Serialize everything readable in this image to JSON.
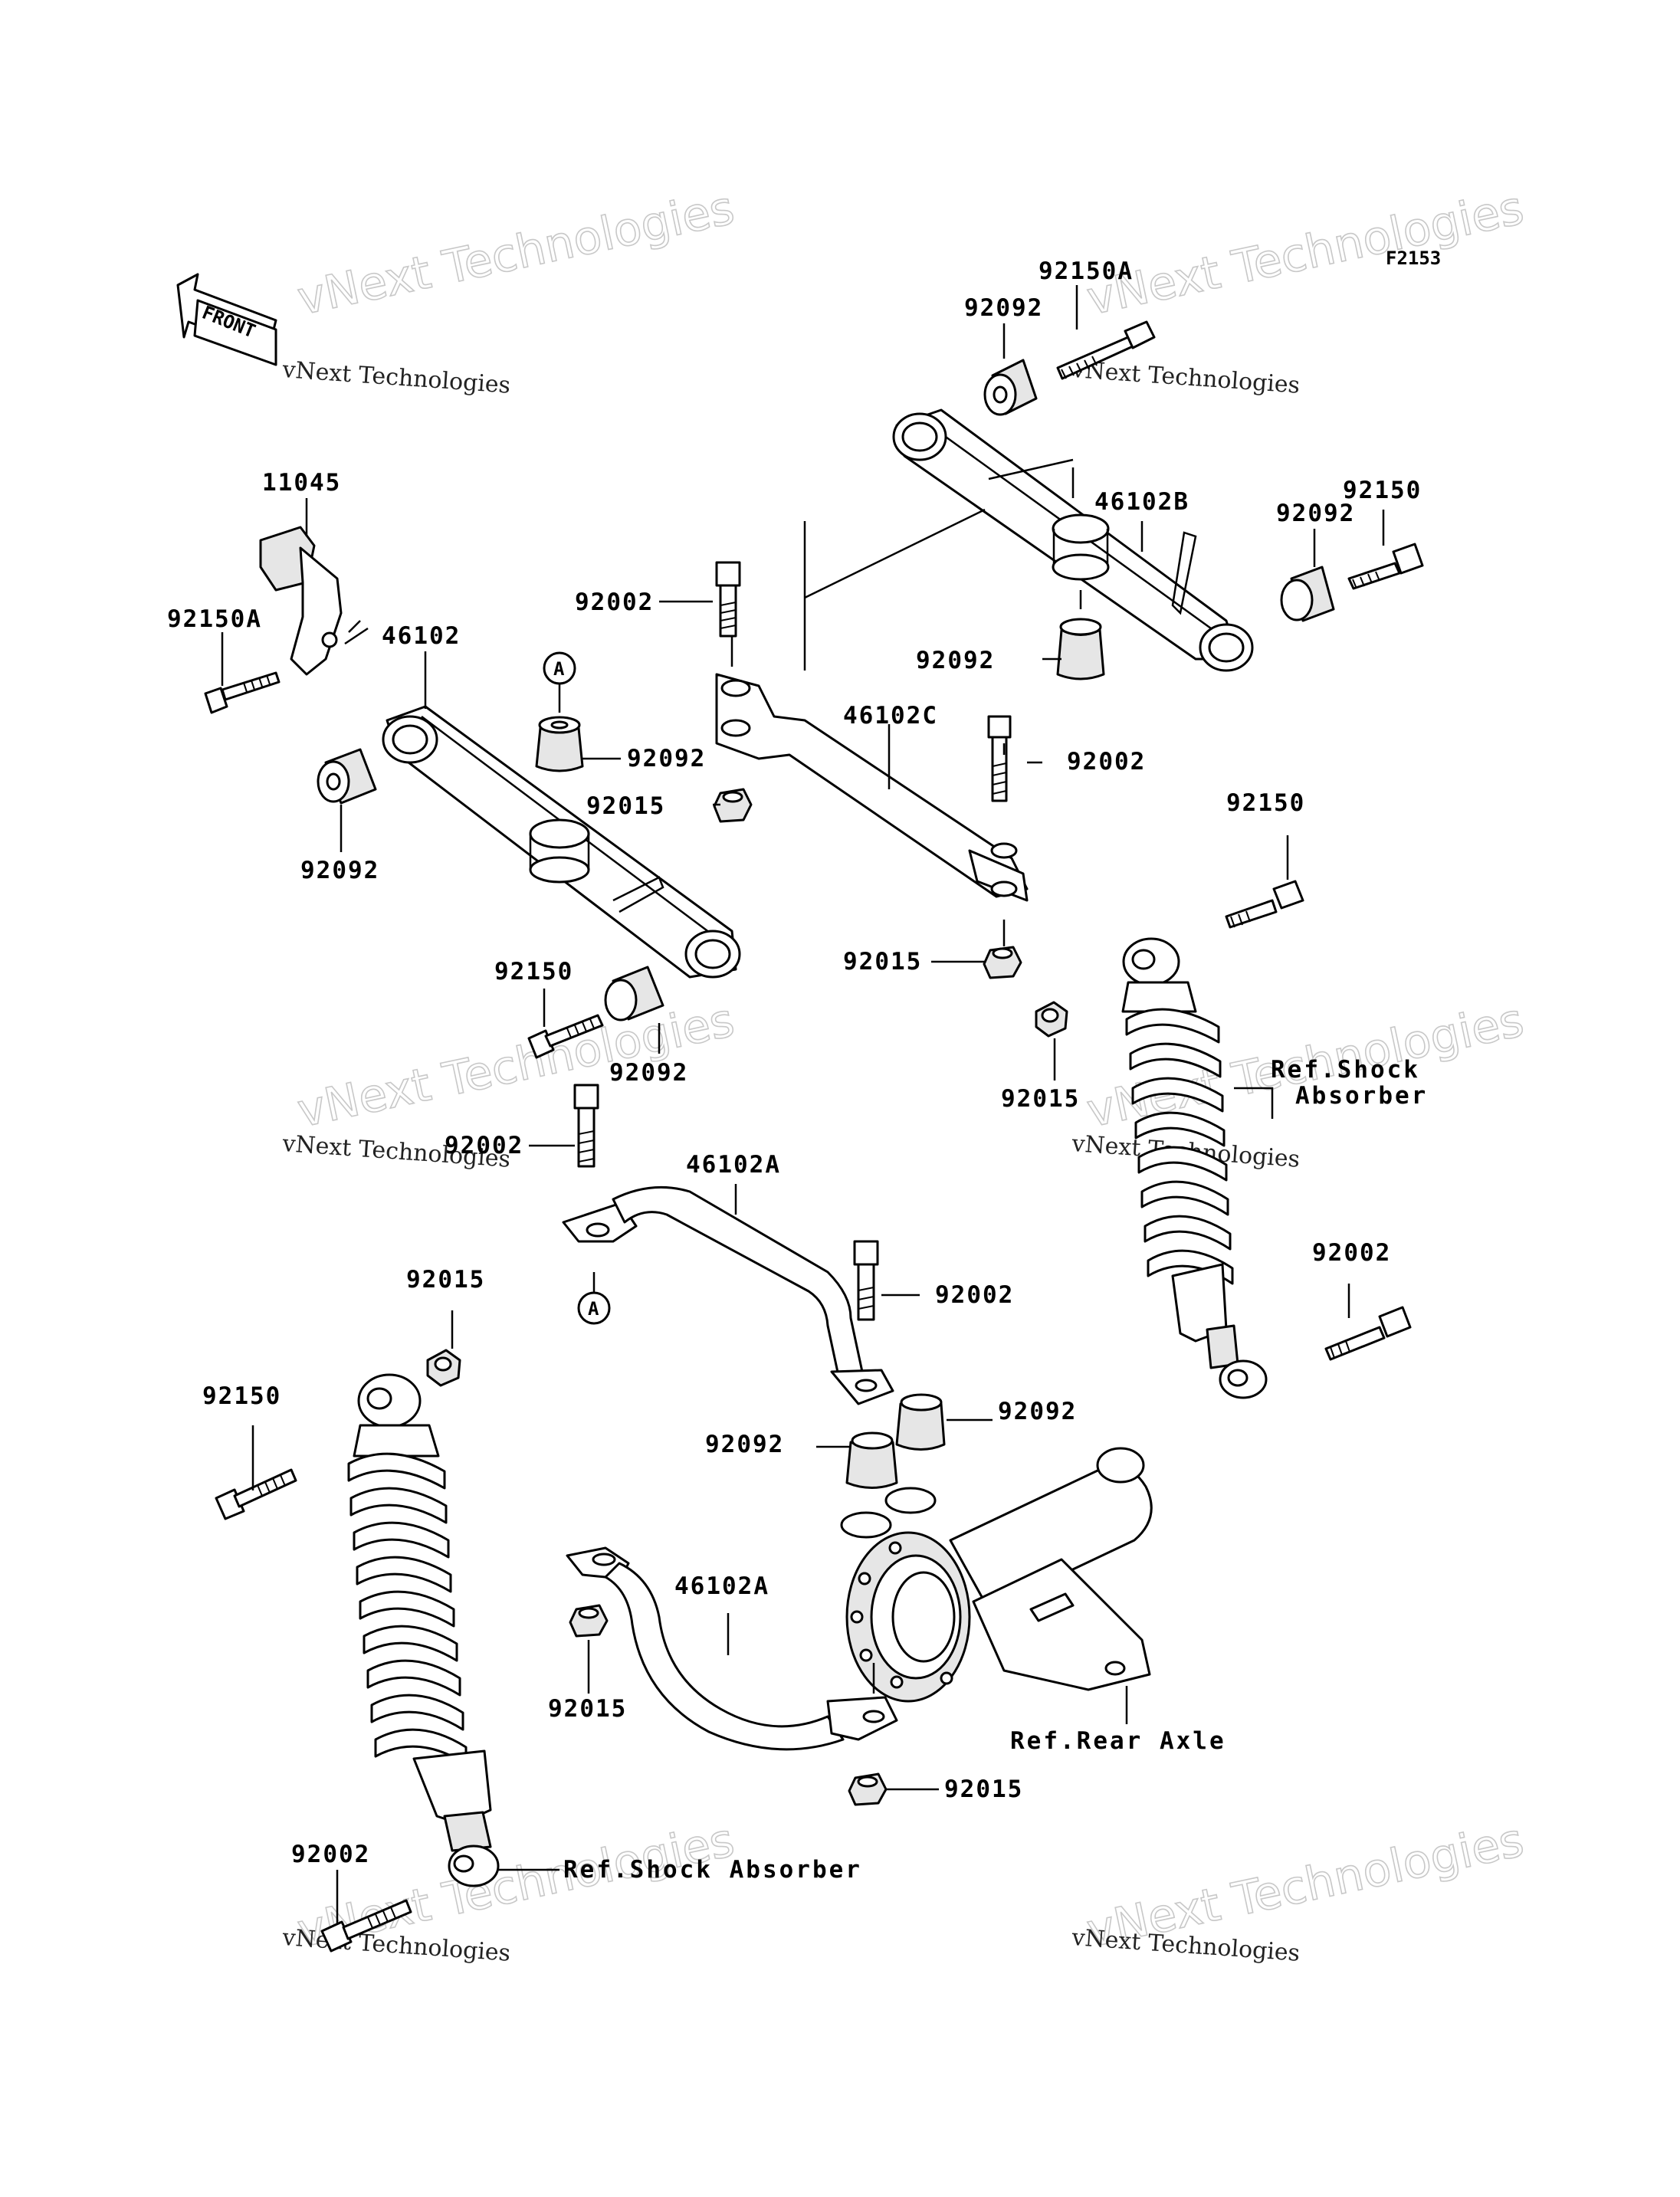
{
  "figure_code": "F2153",
  "front_arrow_label": "FRONT",
  "watermark": {
    "big": "vNext Technologies",
    "small": "vNext Technologies"
  },
  "labels": {
    "l_92150A_top": "92150A",
    "l_92092_top": "92092",
    "l_46102B": "46102B",
    "l_92150_topright": "92150",
    "l_92092_right": "92092",
    "l_92092_under_b": "92092",
    "l_11045": "11045",
    "l_92150A_left": "92150A",
    "l_46102": "46102",
    "l_A_top": "A",
    "l_92092_mid": "92092",
    "l_92015_mid": "92015",
    "l_92092_left": "92092",
    "l_92002_top": "92002",
    "l_46102C": "46102C",
    "l_92002_c": "92002",
    "l_92015_c": "92015",
    "l_92150_mid": "92150",
    "l_92092_low": "92092",
    "l_92150_rshock": "92150",
    "l_92015_rshock": "92015",
    "l_ref_shock_1": "Ref.Shock",
    "l_ref_shock_2": "Absorber",
    "l_92002_a": "92002",
    "l_46102A_1": "46102A",
    "l_A_low": "A",
    "l_92002_a2": "92002",
    "l_92002_rshock": "92002",
    "l_92015_lshock": "92015",
    "l_92150_lshock": "92150",
    "l_92092_axle_r": "92092",
    "l_92092_axle_l": "92092",
    "l_46102A_2": "46102A",
    "l_92015_low": "92015",
    "l_92015_bot": "92015",
    "l_ref_axle": "Ref.Rear Axle",
    "l_92002_bottom": "92002",
    "l_ref_shock_bottom": "Ref.Shock Absorber"
  }
}
